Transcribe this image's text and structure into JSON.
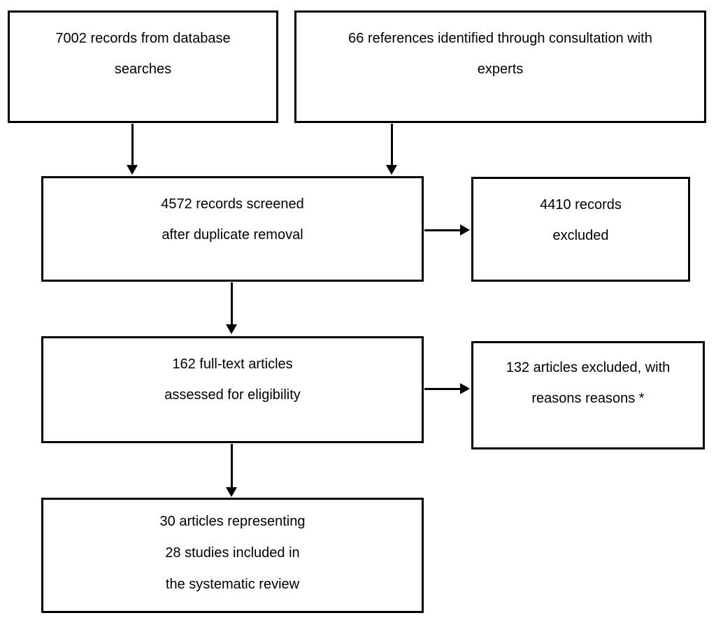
{
  "diagram": {
    "type": "prisma-flowchart",
    "background_color": "#ffffff",
    "stroke_color": "#000000",
    "boxes": {
      "database": {
        "lines": [
          "7002 records from database",
          "searches"
        ]
      },
      "experts": {
        "lines": [
          "66 references identified through consultation with",
          "experts"
        ]
      },
      "screened": {
        "lines": [
          "4572 records screened",
          "after duplicate removal"
        ]
      },
      "records_excluded": {
        "lines": [
          "4410 records",
          "excluded"
        ]
      },
      "fulltext": {
        "lines": [
          "162 full-text articles",
          "assessed for eligibility"
        ]
      },
      "articles_excluded": {
        "lines": [
          "132 articles excluded, with",
          "reasons reasons *"
        ]
      },
      "included": {
        "lines": [
          "30 articles representing",
          "28 studies included in",
          "the systematic review"
        ]
      }
    }
  }
}
